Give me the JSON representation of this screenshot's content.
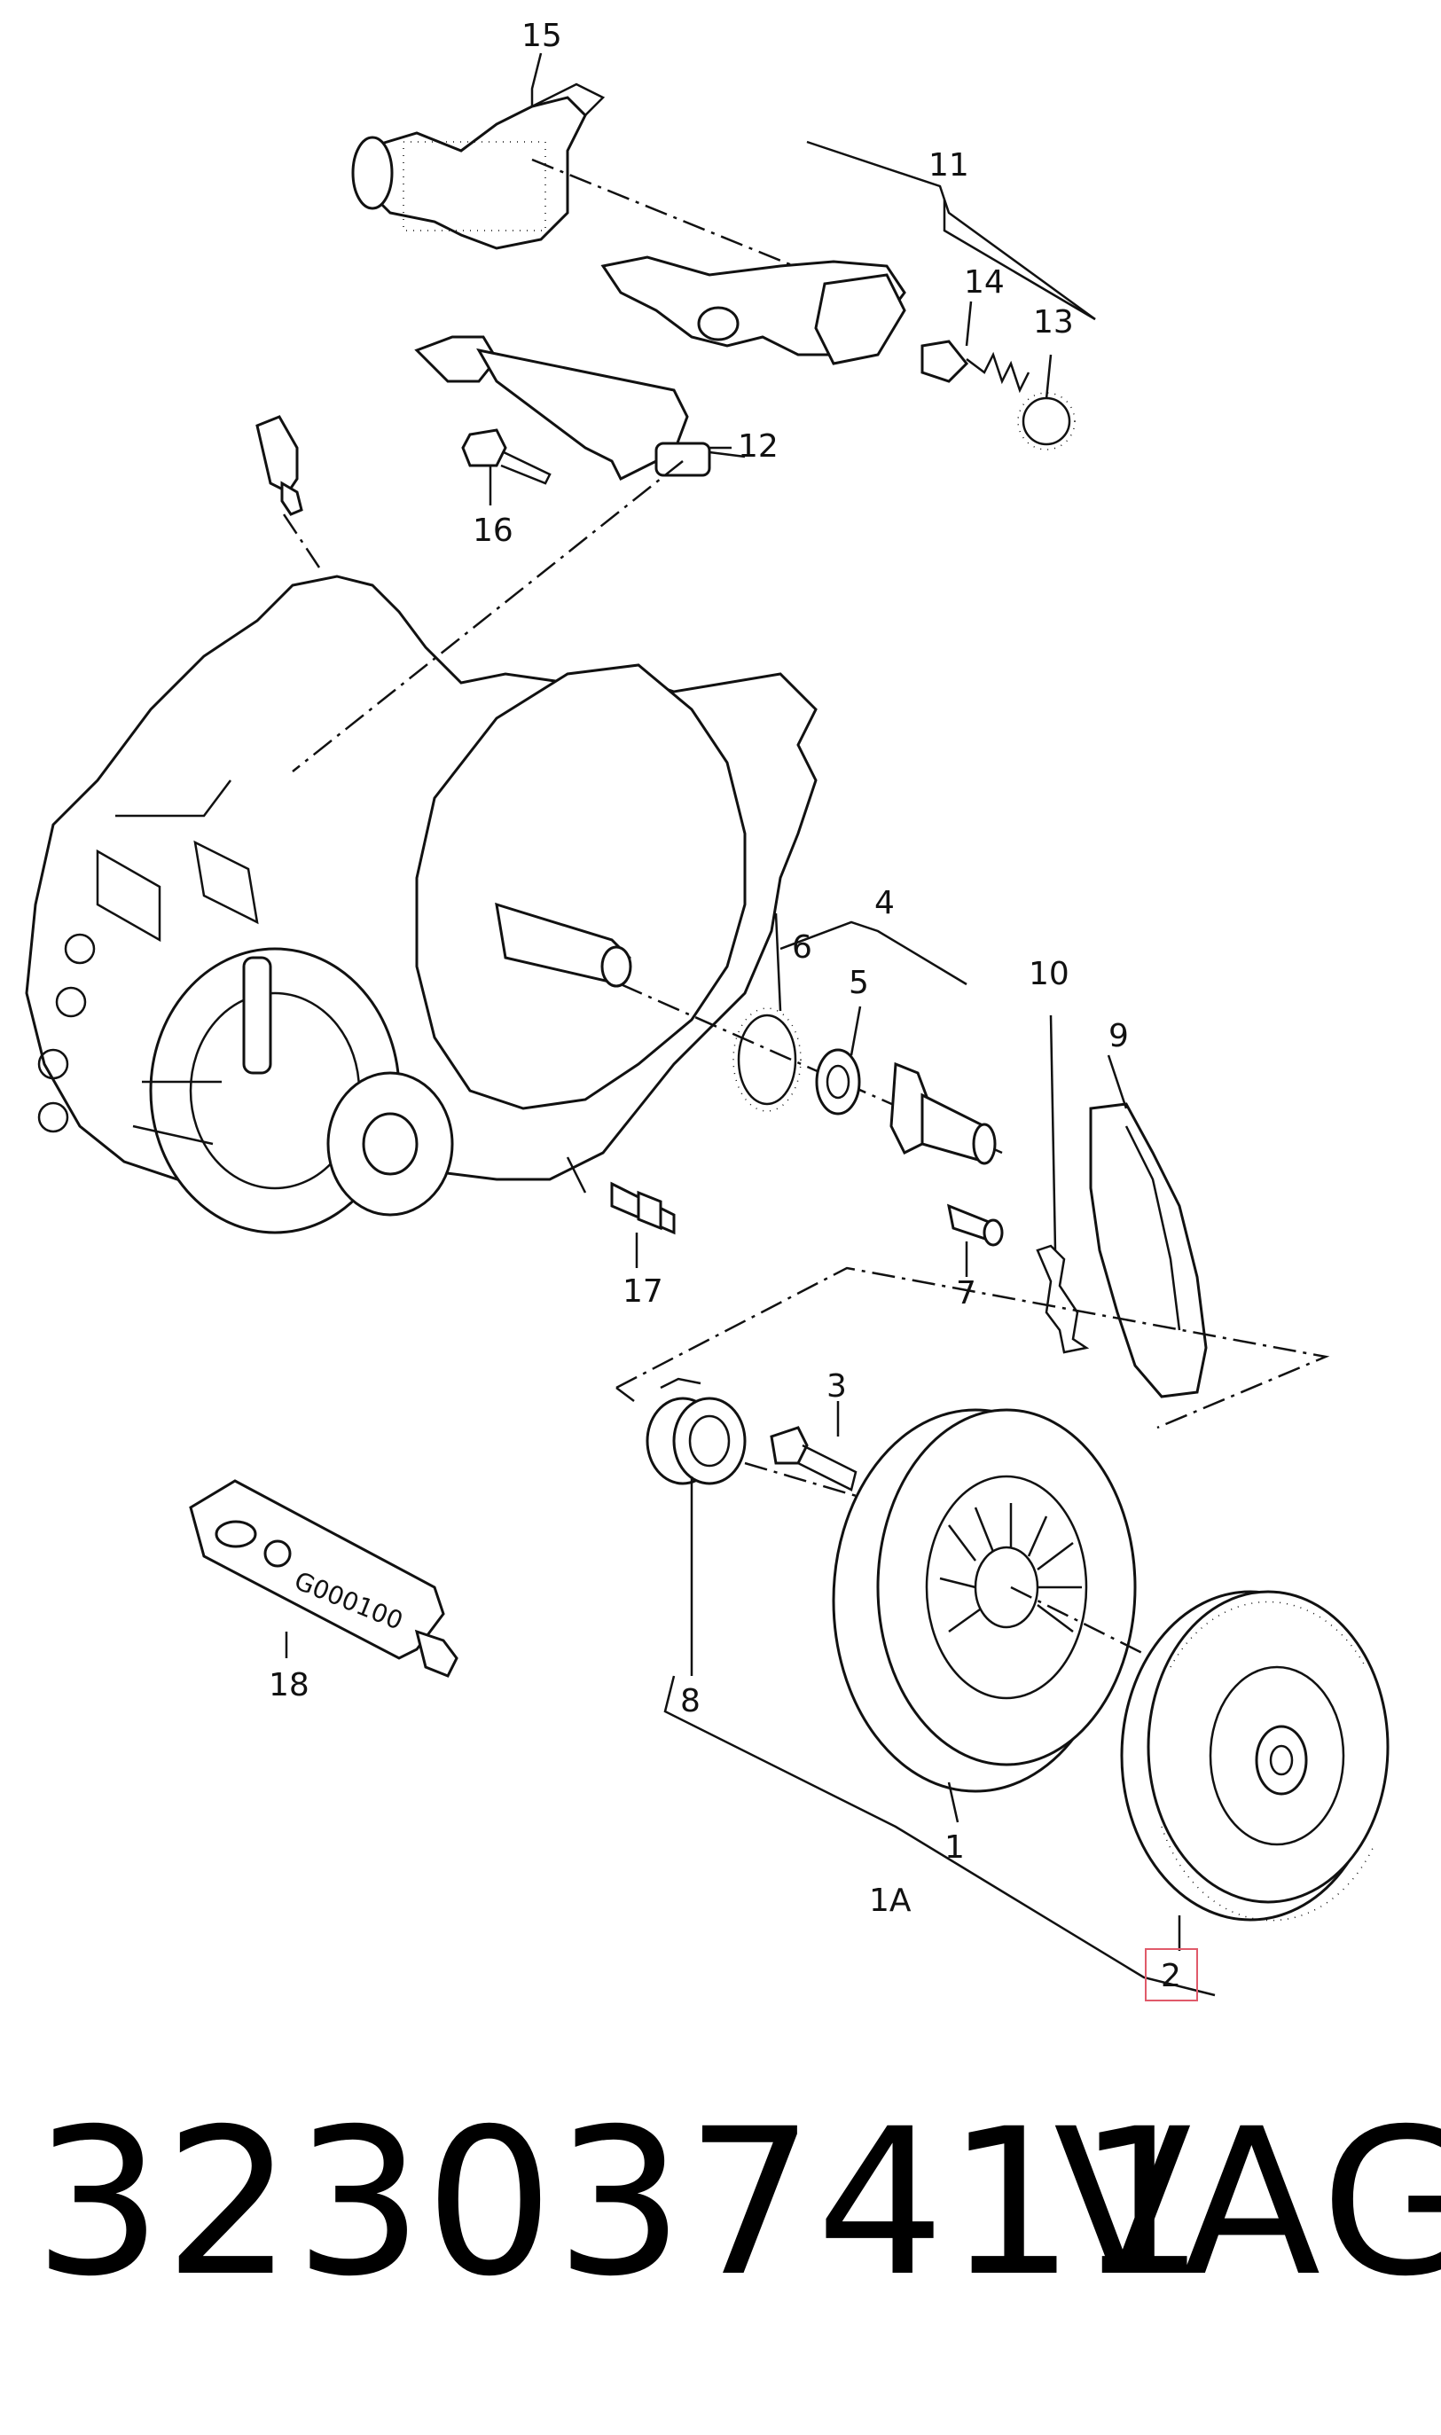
{
  "diagram": {
    "callouts": [
      "15",
      "11",
      "14",
      "13",
      "12",
      "16",
      "4",
      "6",
      "5",
      "10",
      "9",
      "17",
      "7",
      "3",
      "18",
      "8",
      "1",
      "1A",
      "2"
    ],
    "highlight": {
      "label": "2",
      "color": "#e05a6a"
    }
  },
  "footer": {
    "part_number": "323037411",
    "brand": "VAG"
  },
  "tube": {
    "marking": "G000100"
  }
}
